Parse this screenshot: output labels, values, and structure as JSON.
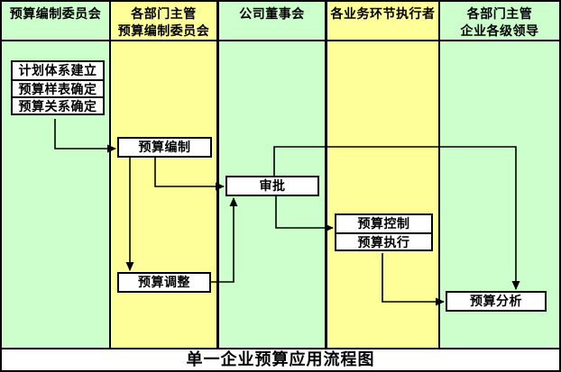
{
  "title": "单一企业预算应用流程图",
  "lanes": [
    {
      "id": "budget-committee",
      "line1": "预算编制委员会",
      "line2": "",
      "color_key": "lane_green"
    },
    {
      "id": "dept-managers",
      "line1": "各部门主管",
      "line2": "预算编制委员会",
      "color_key": "lane_yellow"
    },
    {
      "id": "board-of-directors",
      "line1": "公司董事会",
      "line2": "",
      "color_key": "lane_green"
    },
    {
      "id": "business-executors",
      "line1": "各业务环节执行者",
      "line2": "",
      "color_key": "lane_yellow"
    },
    {
      "id": "enterprise-leaders",
      "line1": "各部门主管",
      "line2": "企业各级领导",
      "color_key": "lane_green"
    }
  ],
  "nodes": {
    "plan_system": "计划体系建立",
    "budget_sample": "预算样表确定",
    "budget_relation": "预算关系确定",
    "budget_compile": "预算编制",
    "budget_adjust": "预算调整",
    "approve": "审批",
    "budget_control": "预算控制",
    "budget_execute": "预算执行",
    "budget_analyze": "预算分析"
  },
  "colors": {
    "lane_green": "#ccffcc",
    "lane_yellow": "#ffff99",
    "line": "#000000",
    "node_bg": "#ffffff"
  }
}
